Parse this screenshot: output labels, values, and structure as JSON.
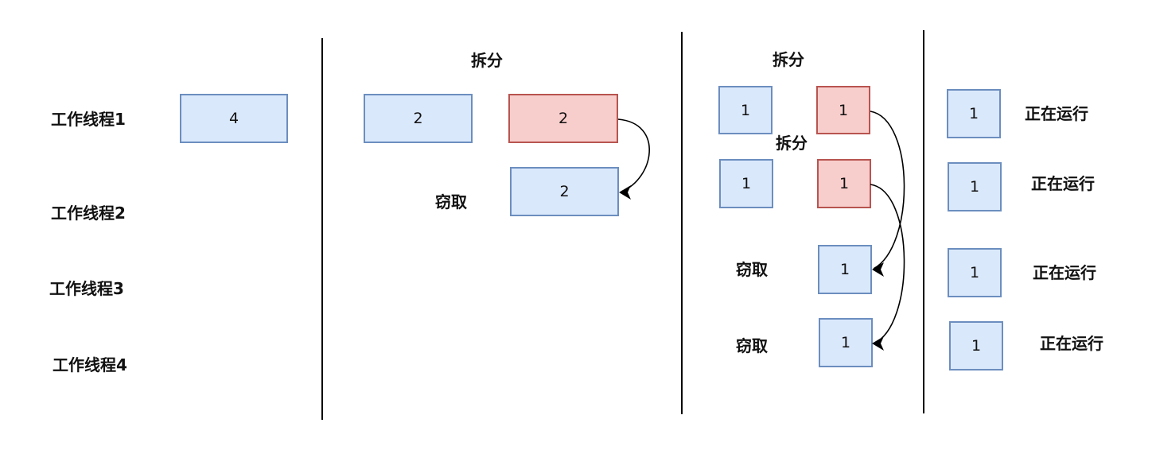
{
  "threads": {
    "t1": "工作线程1",
    "t2": "工作线程2",
    "t3": "工作线程3",
    "t4": "工作线程4"
  },
  "stage1": {
    "task": "4"
  },
  "stage2": {
    "split_label": "拆分",
    "steal_label": "窃取",
    "left_task": "2",
    "split_task": "2",
    "stolen_task": "2"
  },
  "stage3": {
    "split_label_top": "拆分",
    "split_label_mid": "拆分",
    "steal_label_a": "窃取",
    "steal_label_b": "窃取",
    "row1_left": "1",
    "row1_right": "1",
    "row2_left": "1",
    "row2_right": "1",
    "row3": "1",
    "row4": "1"
  },
  "stage4": {
    "tasks": [
      "1",
      "1",
      "1",
      "1"
    ],
    "status": [
      "正在运行",
      "正在运行",
      "正在运行",
      "正在运行"
    ]
  },
  "colors": {
    "task_fill": "#dae8fc",
    "task_border": "#6c8ebf",
    "split_fill": "#f8cecc",
    "split_border": "#b85450"
  }
}
